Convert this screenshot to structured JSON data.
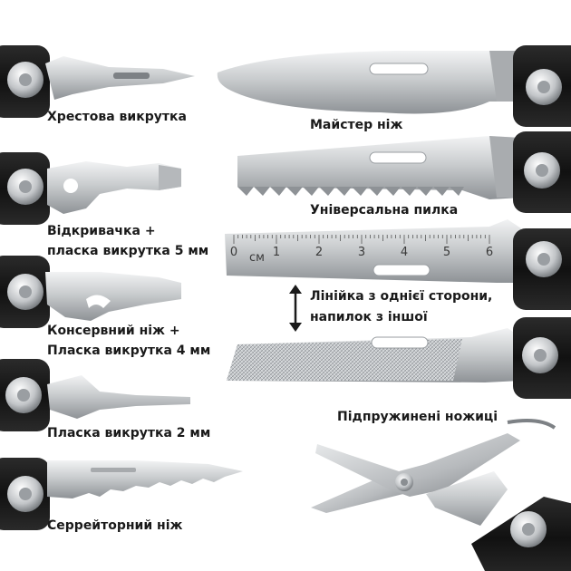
{
  "labels": {
    "phillips": "Хрестова викрутка",
    "master_knife": "Майстер ніж",
    "opener_line1": "Відкривачка +",
    "opener_line2": "пласка викрутка 5 мм",
    "saw": "Універсальна пилка",
    "ruler_line1": "Лінійка з однієї сторони,",
    "ruler_line2": "напилок з іншої",
    "can_line1": "Консервний ніж +",
    "can_line2": "Пласка викрутка 4 мм",
    "flat2": "Пласка викрутка 2 мм",
    "scissors": "Підпружинені ножиці",
    "serrated": "Серрейторний ніж"
  },
  "ruler": {
    "numbers": [
      "0",
      "1",
      "2",
      "3",
      "4",
      "5",
      "6"
    ],
    "unit": "см"
  },
  "colors": {
    "handle": "#1b1b1b",
    "blade_light": "#e6e8ea",
    "blade_dark": "#8e9296",
    "text": "#1a1a1a"
  }
}
